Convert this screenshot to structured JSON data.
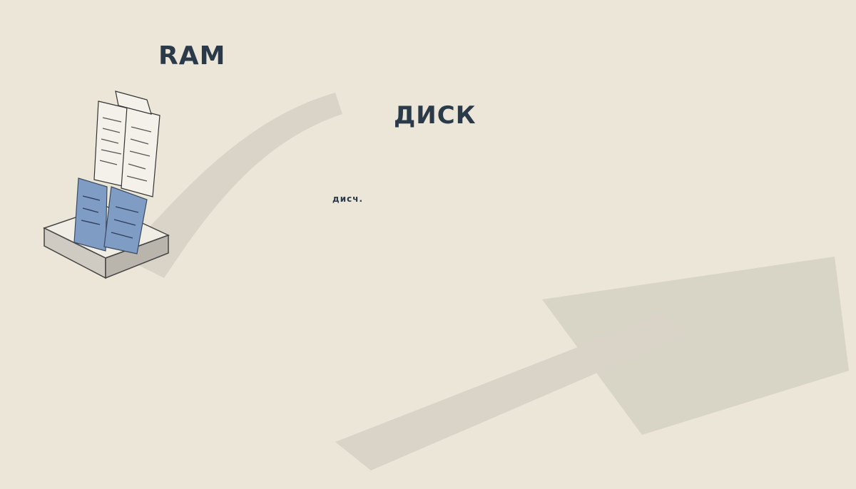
{
  "labels": {
    "ram": "RAM",
    "disk": "ДИСК",
    "disk_icon_caption": "дисч."
  },
  "colors": {
    "background": "#ebe6d8",
    "ink": "#2a3a48",
    "server_dark": "#3e4347",
    "server_mid": "#5a5f63",
    "server_light": "#8e9397",
    "paper": "#f4f1ea",
    "doc_blue": "#7f9cc4",
    "tray_water": "#6b86b4",
    "tab_teal": "#7fb2c0",
    "arrow_green": "#9bcf62",
    "board_green": "#7fbf52"
  },
  "icons": {
    "ram_arrow": "arrow-right-icon",
    "dotted_transfer": "curved-dotted-arrow-icon",
    "disk_icon": "disk-drive-icon",
    "pointer_arrow": "arrow-left-icon"
  }
}
